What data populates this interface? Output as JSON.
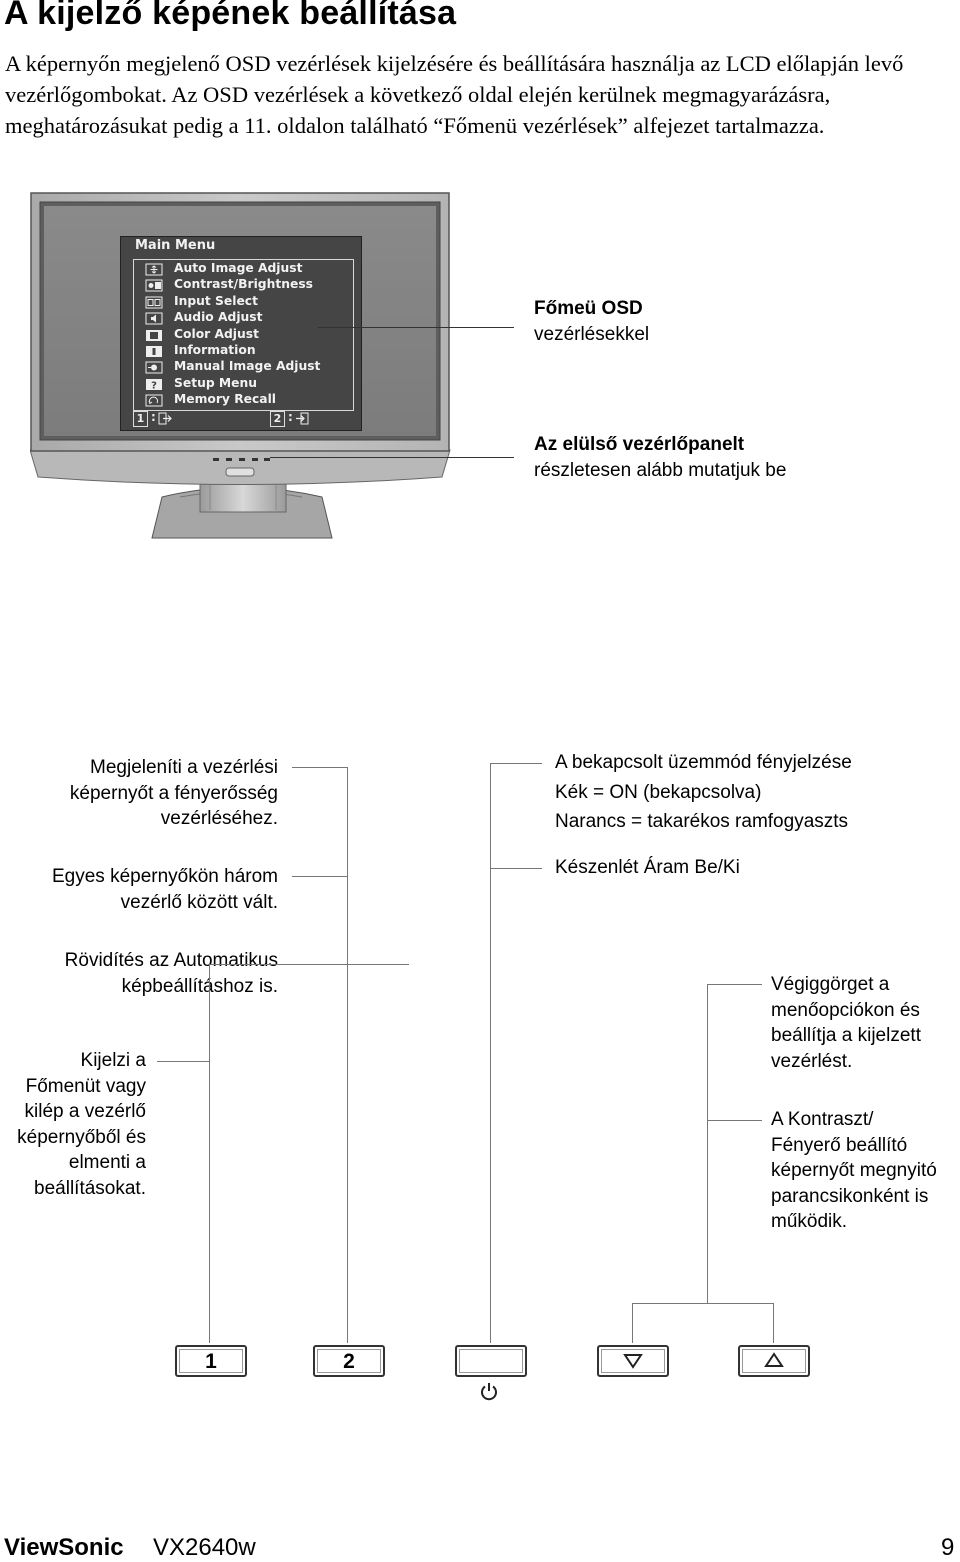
{
  "heading": "A kijelző képének beállítása",
  "intro": {
    "part1": "A képernyőn megjelenő OSD vezérlések kijelzésére és beállítására használja az LCD előlapján levő vezérlőgombokat. Az OSD vezérlések a következő oldal elején kerülnek megmagyarázásra, meghatározásukat pedig a 11. oldalon található ",
    "link": "Főmenü vezérlések",
    "part2": " alfejezet tartalmazza."
  },
  "osd": {
    "title": "Main Menu",
    "items": [
      {
        "icon": "auto-image-icon",
        "label": "Auto Image Adjust"
      },
      {
        "icon": "contrast-icon",
        "label": "Contrast/Brightness"
      },
      {
        "icon": "input-select-icon",
        "label": "Input Select"
      },
      {
        "icon": "audio-icon",
        "label": "Audio Adjust"
      },
      {
        "icon": "color-icon",
        "label": "Color Adjust"
      },
      {
        "icon": "info-icon",
        "label": "Information"
      },
      {
        "icon": "manual-image-icon",
        "label": "Manual Image Adjust"
      },
      {
        "icon": "setup-icon",
        "label": "Setup Menu"
      },
      {
        "icon": "memory-recall-icon",
        "label": "Memory Recall"
      }
    ],
    "footer_left_key": "1",
    "footer_right_key": "2",
    "footer_sep": ":"
  },
  "callouts": {
    "osd_main_line1": "Főmeü OSD",
    "osd_main_line2": "vezérlésekkel",
    "front_panel_line1": "Az elülső vezérlőpanelt",
    "front_panel_line2": "részletesen alább mutatjuk be",
    "brightness_line1": "Megjeleníti a vezérlési",
    "brightness_line2": "képernyőt a fényerősség",
    "brightness_line3": "vezérléséhez.",
    "switch_line1": "Egyes képernyőkön három",
    "switch_line2": "vezérlő között vált.",
    "shortcut_line1": "Rövidítés az Automatikus",
    "shortcut_line2": "képbeállításhoz is.",
    "mainmenu_line1": "Kijelzi a",
    "mainmenu_line2": "Főmenüt vagy",
    "mainmenu_line3": "kilép a vezérlő",
    "mainmenu_line4": "képernyőből és",
    "mainmenu_line5": "elmenti a",
    "mainmenu_line6": "beállításokat.",
    "power_led_line1": "A bekapcsolt üzemmód fényjelzése",
    "power_led_line2": "Kék = ON (bekapcsolva)",
    "power_led_line3": "Narancs = takarékos ramfogyaszts",
    "standby": "Készenlét Áram Be/Ki",
    "scroll_line1": "Végiggörget a",
    "scroll_line2": "menőopciókon és",
    "scroll_line3": "beállítja a kijelzett",
    "scroll_line4": "vezérlést.",
    "contrast_line1": "A Kontraszt/",
    "contrast_line2": "Fényerő beállító",
    "contrast_line3": "képernyőt megnyitó",
    "contrast_line4": "parancsikonként is",
    "contrast_line5": "működik."
  },
  "buttons": {
    "btn1": "1",
    "btn2": "2"
  },
  "footer": {
    "brand": "ViewSonic",
    "model": "VX2640w",
    "page": "9"
  }
}
